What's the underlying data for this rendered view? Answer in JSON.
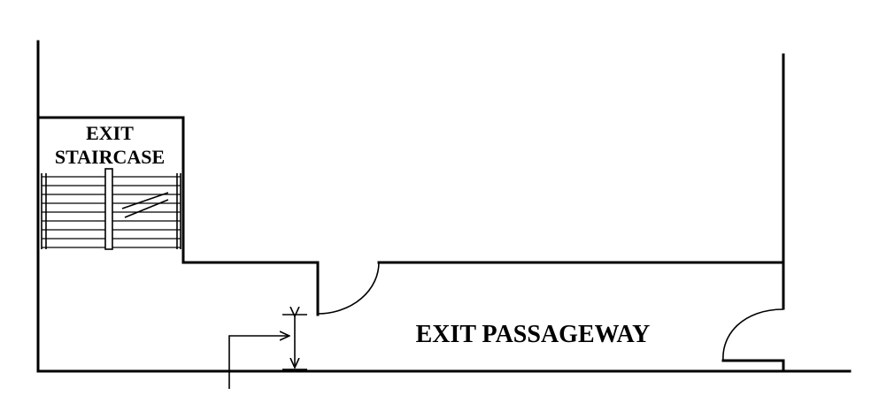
{
  "labels": {
    "staircase_line1": "EXIT",
    "staircase_line2": "STAIRCASE",
    "passageway": "EXIT PASSAGEWAY"
  },
  "colors": {
    "line": "#000000",
    "background": "#ffffff"
  }
}
